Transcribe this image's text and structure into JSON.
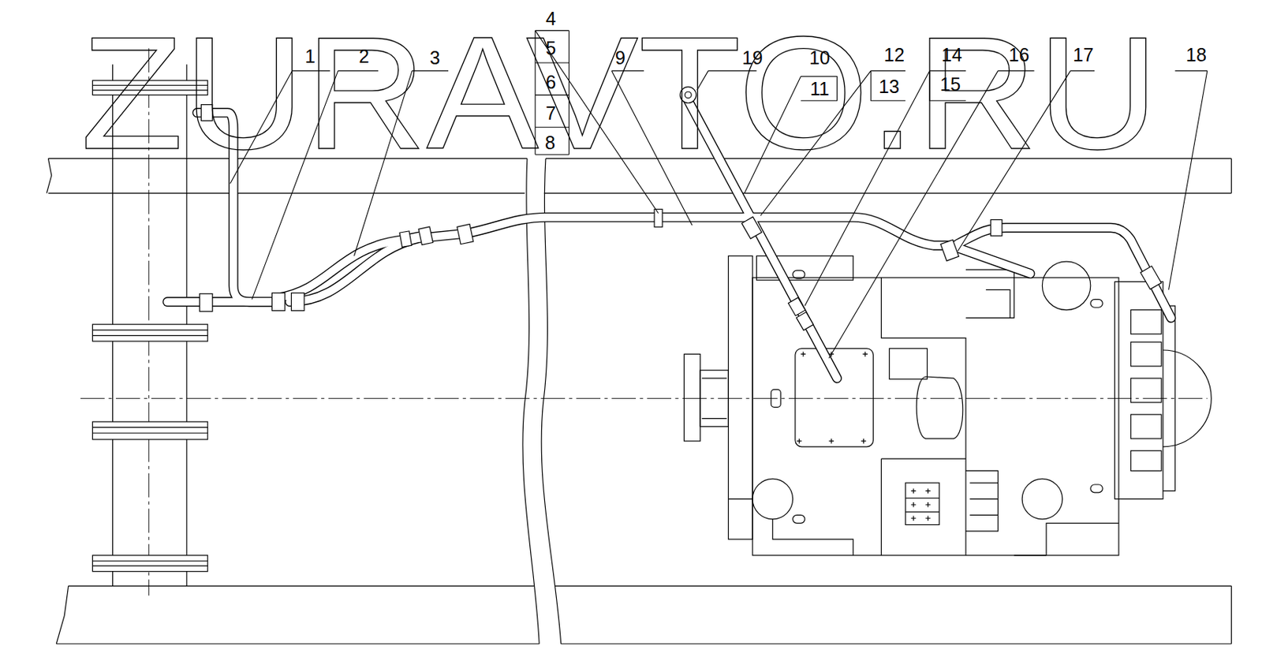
{
  "diagram": {
    "labels": [
      "ZURAVTO.RU",
      "1",
      "2",
      "3",
      "4",
      "5",
      "6",
      "7",
      "8",
      "9",
      "10",
      "11",
      "12",
      "13",
      "14",
      "15",
      "16",
      "17",
      "18",
      "19"
    ]
  }
}
